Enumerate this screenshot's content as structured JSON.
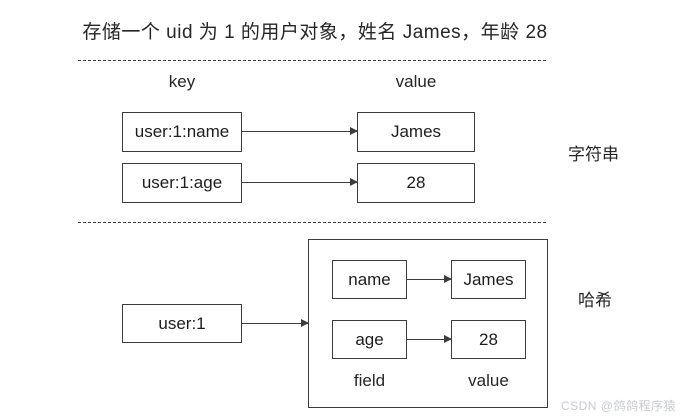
{
  "title": "存储一个 uid 为 1 的用户对象，姓名 James，年龄 28",
  "string_section": {
    "key_header": "key",
    "value_header": "value",
    "rows": [
      {
        "key": "user:1:name",
        "value": "James"
      },
      {
        "key": "user:1:age",
        "value": "28"
      }
    ],
    "type_label": "字符串"
  },
  "hash_section": {
    "key": "user:1",
    "rows": [
      {
        "field": "name",
        "value": "James"
      },
      {
        "field": "age",
        "value": "28"
      }
    ],
    "field_footer": "field",
    "value_footer": "value",
    "type_label": "哈希"
  },
  "watermark": "CSDN @鸽鸽程序猿",
  "colors": {
    "line": "#3d3d3d",
    "text": "#262626",
    "watermark": "#c9cbd1"
  }
}
